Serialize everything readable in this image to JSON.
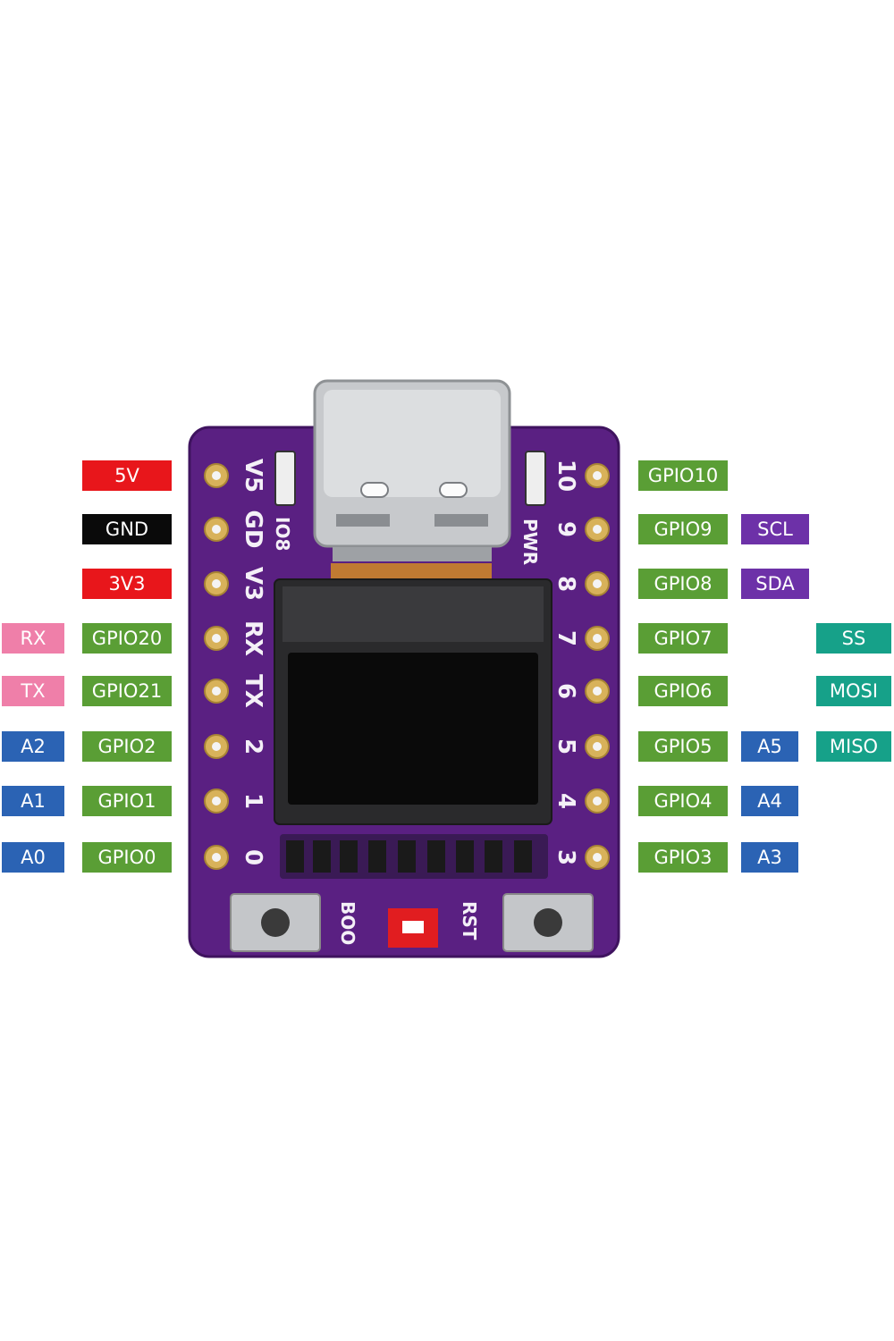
{
  "board": {
    "left_silk": [
      "V5",
      "GD",
      "V3",
      "RX",
      "TX",
      "2",
      "1",
      "0"
    ],
    "right_silk": [
      "10",
      "9",
      "8",
      "7",
      "6",
      "5",
      "4",
      "3"
    ],
    "led_label": "IO8",
    "pwr_label": "PWR",
    "boot_label": "BOO",
    "rst_label": "RST",
    "pcb_color": "#5a2082",
    "screen_color": "#0a0a0a"
  },
  "pins_left": [
    {
      "alt": "",
      "name": "5V"
    },
    {
      "alt": "",
      "name": "GND"
    },
    {
      "alt": "",
      "name": "3V3"
    },
    {
      "alt": "RX",
      "name": "GPIO20"
    },
    {
      "alt": "TX",
      "name": "GPIO21"
    },
    {
      "alt": "A2",
      "name": "GPIO2"
    },
    {
      "alt": "A1",
      "name": "GPIO1"
    },
    {
      "alt": "A0",
      "name": "GPIO0"
    }
  ],
  "pins_right": [
    {
      "name": "GPIO10",
      "fn1": "",
      "fn2": ""
    },
    {
      "name": "GPIO9",
      "fn1": "SCL",
      "fn2": ""
    },
    {
      "name": "GPIO8",
      "fn1": "SDA",
      "fn2": ""
    },
    {
      "name": "GPIO7",
      "fn1": "",
      "fn2": "SS"
    },
    {
      "name": "GPIO6",
      "fn1": "",
      "fn2": "MOSI"
    },
    {
      "name": "GPIO5",
      "fn1": "A5",
      "fn2": "MISO"
    },
    {
      "name": "GPIO4",
      "fn1": "A4",
      "fn2": ""
    },
    {
      "name": "GPIO3",
      "fn1": "A3",
      "fn2": ""
    }
  ],
  "colors": {
    "power": "#e8161b",
    "ground": "#0a0a0a",
    "gpio": "#5a9e35",
    "uart": "#ef7fa9",
    "analog": "#2b63b4",
    "i2c": "#6d31a8",
    "spi": "#16a189"
  }
}
